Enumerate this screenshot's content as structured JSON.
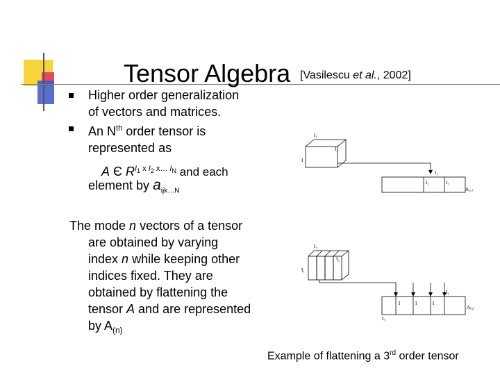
{
  "slide": {
    "title": "Tensor Algebra",
    "citation": {
      "prefix": "[Vasilescu ",
      "italic": "et al.",
      "suffix": ", 2002]"
    }
  },
  "bullets": [
    {
      "line1": "Higher order generalization",
      "line2": "of vectors and matrices."
    },
    {
      "line1_pre": "An N",
      "line1_sup": "th",
      "line1_post": " order tensor is",
      "line2": "represented as",
      "math_A": "A",
      "math_in": "Є",
      "math_R": "R",
      "math_I1": "I",
      "math_I1sub": "1",
      "math_x1": " x ",
      "math_I2": "I",
      "math_I2sub": "2",
      "math_x2": " x",
      "math_dots": "… ",
      "math_IN": "I",
      "math_INsub": "N",
      "math_and": " and each",
      "line4_pre": "element by ",
      "line4_a": "a",
      "line4_sub": "ijk…N"
    }
  ],
  "paragraph": {
    "l1_pre": "The mode ",
    "l1_n": "n",
    "l1_post": " vectors of a tensor",
    "l2": "are obtained by varying",
    "l3_pre": "index ",
    "l3_n": "n",
    "l3_post": " while keeping other",
    "l4": "indices fixed. They are",
    "l5": "obtained by flattening the",
    "l6_pre": "tensor ",
    "l6_A": "A",
    "l6_post": " and are represented",
    "l7_pre": "by A",
    "l7_sub": "(n)"
  },
  "caption": {
    "pre": "Example of flattening a 3",
    "sup": "rd",
    "post": " order tensor"
  },
  "figure": {
    "top_labels": [
      "I₁",
      "I₂",
      "I",
      "I₁",
      "I₂",
      "I₃",
      "A₍₁₎"
    ],
    "bottom_labels": [
      "I₃",
      "I₂",
      "I₁",
      "I",
      "I",
      "I",
      "I₁",
      "I₃",
      "A₍₃₎"
    ]
  },
  "colors": {
    "accent_yellow": "#f7d43a",
    "accent_blue": "#3c56c8",
    "accent_red": "#e94a5a",
    "bar_gray": "#7a7a7a"
  }
}
